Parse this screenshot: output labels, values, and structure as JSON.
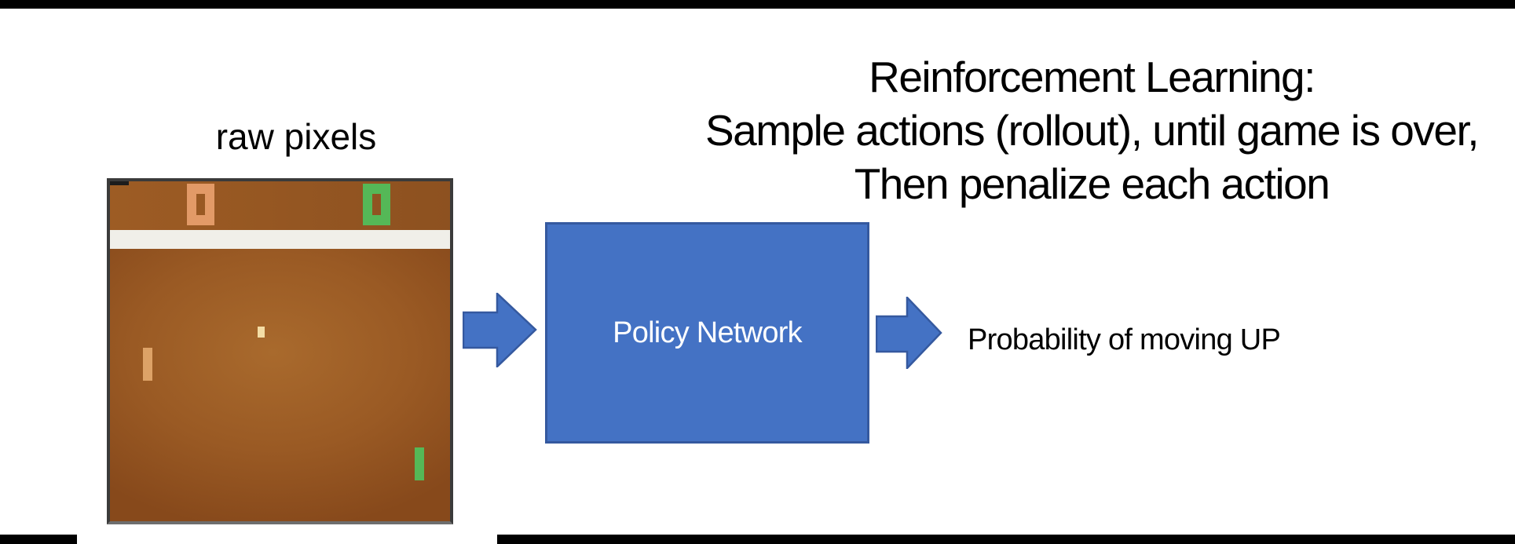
{
  "header": {
    "title_lines": [
      "Reinforcement Learning:",
      "Sample actions (rollout), until game is over,",
      "Then penalize each action"
    ]
  },
  "pong": {
    "label": "raw pixels",
    "score_left": "0",
    "score_right": "0"
  },
  "pipeline": {
    "policy_box_label": "Policy Network",
    "output_label": "Probability of moving UP"
  },
  "icons": {
    "input_arrow": "block-arrow-right",
    "output_arrow": "block-arrow-right"
  },
  "colors": {
    "accent_blue": "#4472C4",
    "accent_blue_border": "#35599F",
    "letterbox_black": "#000000",
    "frame_gray": "#3B3B3B",
    "top_band_brown": "#995922",
    "field_brown_center": "#A96A2D",
    "field_brown_edge": "#87491B",
    "white_band": "#F0EFE9",
    "orange_score": "#E29A67",
    "orange_paddle": "#DDA267",
    "green_item": "#55B857",
    "ball_cream": "#F4DDA5"
  }
}
